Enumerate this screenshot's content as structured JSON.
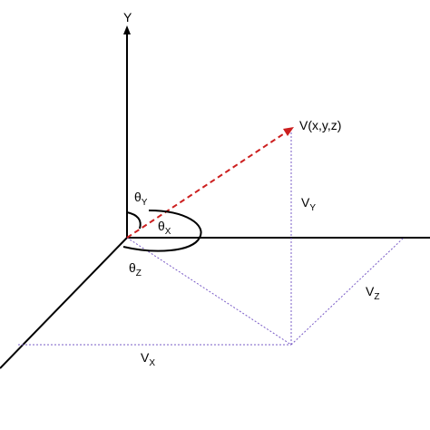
{
  "diagram": {
    "axes": {
      "y_label": "Y"
    },
    "point_label": "V(x,y,z)",
    "components": {
      "vy": {
        "main": "V",
        "sub": "Y"
      },
      "vz": {
        "main": "V",
        "sub": "Z"
      },
      "vx": {
        "main": "V",
        "sub": "X"
      }
    },
    "angles": {
      "theta_y": {
        "main": "θ",
        "sub": "Y"
      },
      "theta_x": {
        "main": "θ",
        "sub": "X"
      },
      "theta_z": {
        "main": "θ",
        "sub": "Z"
      }
    },
    "colors": {
      "axis": "#000000",
      "vector": "#cc1f1f",
      "projection": "#7a5cc7",
      "background": "#ffffff"
    }
  }
}
